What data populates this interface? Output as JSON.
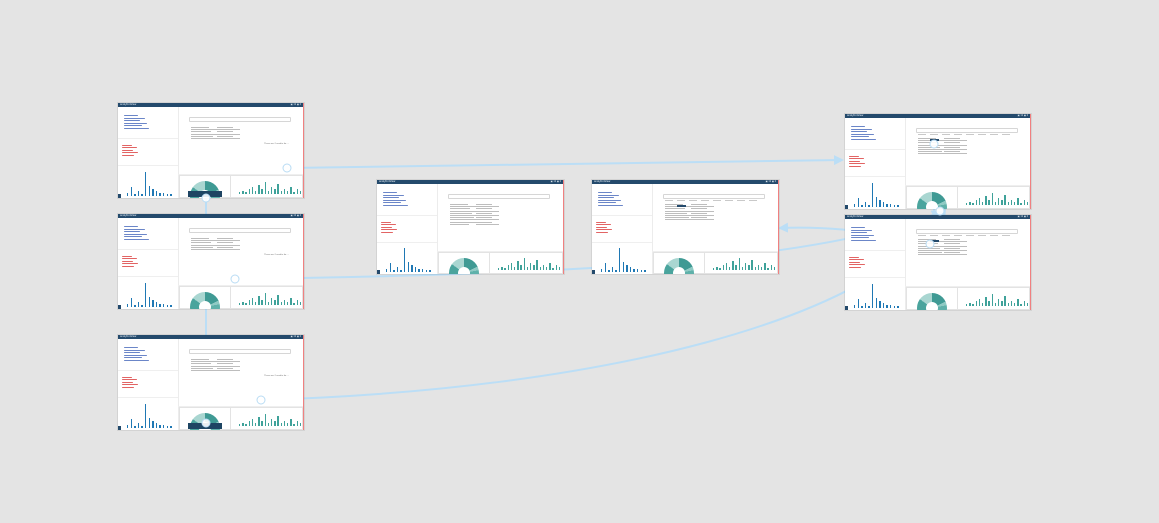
{
  "canvas": {
    "background": "#e4e4e4",
    "connector_color": "#bbdef6"
  },
  "app": {
    "title": "analyticsView",
    "header_color": "#244a6c",
    "stats_text": "▣ 11 ▣ 2"
  },
  "frames": [
    {
      "id": "frame-1",
      "main_view": "collapsed-code",
      "hint": "There are 2 results for ...",
      "donut_base": true
    },
    {
      "id": "frame-2",
      "main_view": "collapsed-code",
      "hint": "There are 2 results for ...",
      "donut_base": false
    },
    {
      "id": "frame-3",
      "main_view": "collapsed-code",
      "hint": "There are 2 results for ...",
      "donut_base": true
    },
    {
      "id": "frame-4",
      "main_view": "expanded-code",
      "hint": "",
      "donut_base": false
    },
    {
      "id": "frame-5",
      "main_view": "tabs",
      "hint": "",
      "donut_base": false
    },
    {
      "id": "frame-6",
      "main_view": "tabs-code",
      "hint": "",
      "donut_base": false
    },
    {
      "id": "frame-7",
      "main_view": "tabs-code",
      "hint": "",
      "donut_base": false
    }
  ],
  "transitions": [
    {
      "from": "frame-1",
      "to": "frame-6"
    },
    {
      "from": "frame-1",
      "to": "frame-3"
    },
    {
      "from": "frame-2",
      "to": "frame-7"
    },
    {
      "from": "frame-3",
      "to": "frame-7"
    },
    {
      "from": "frame-7",
      "to": "frame-5"
    }
  ]
}
